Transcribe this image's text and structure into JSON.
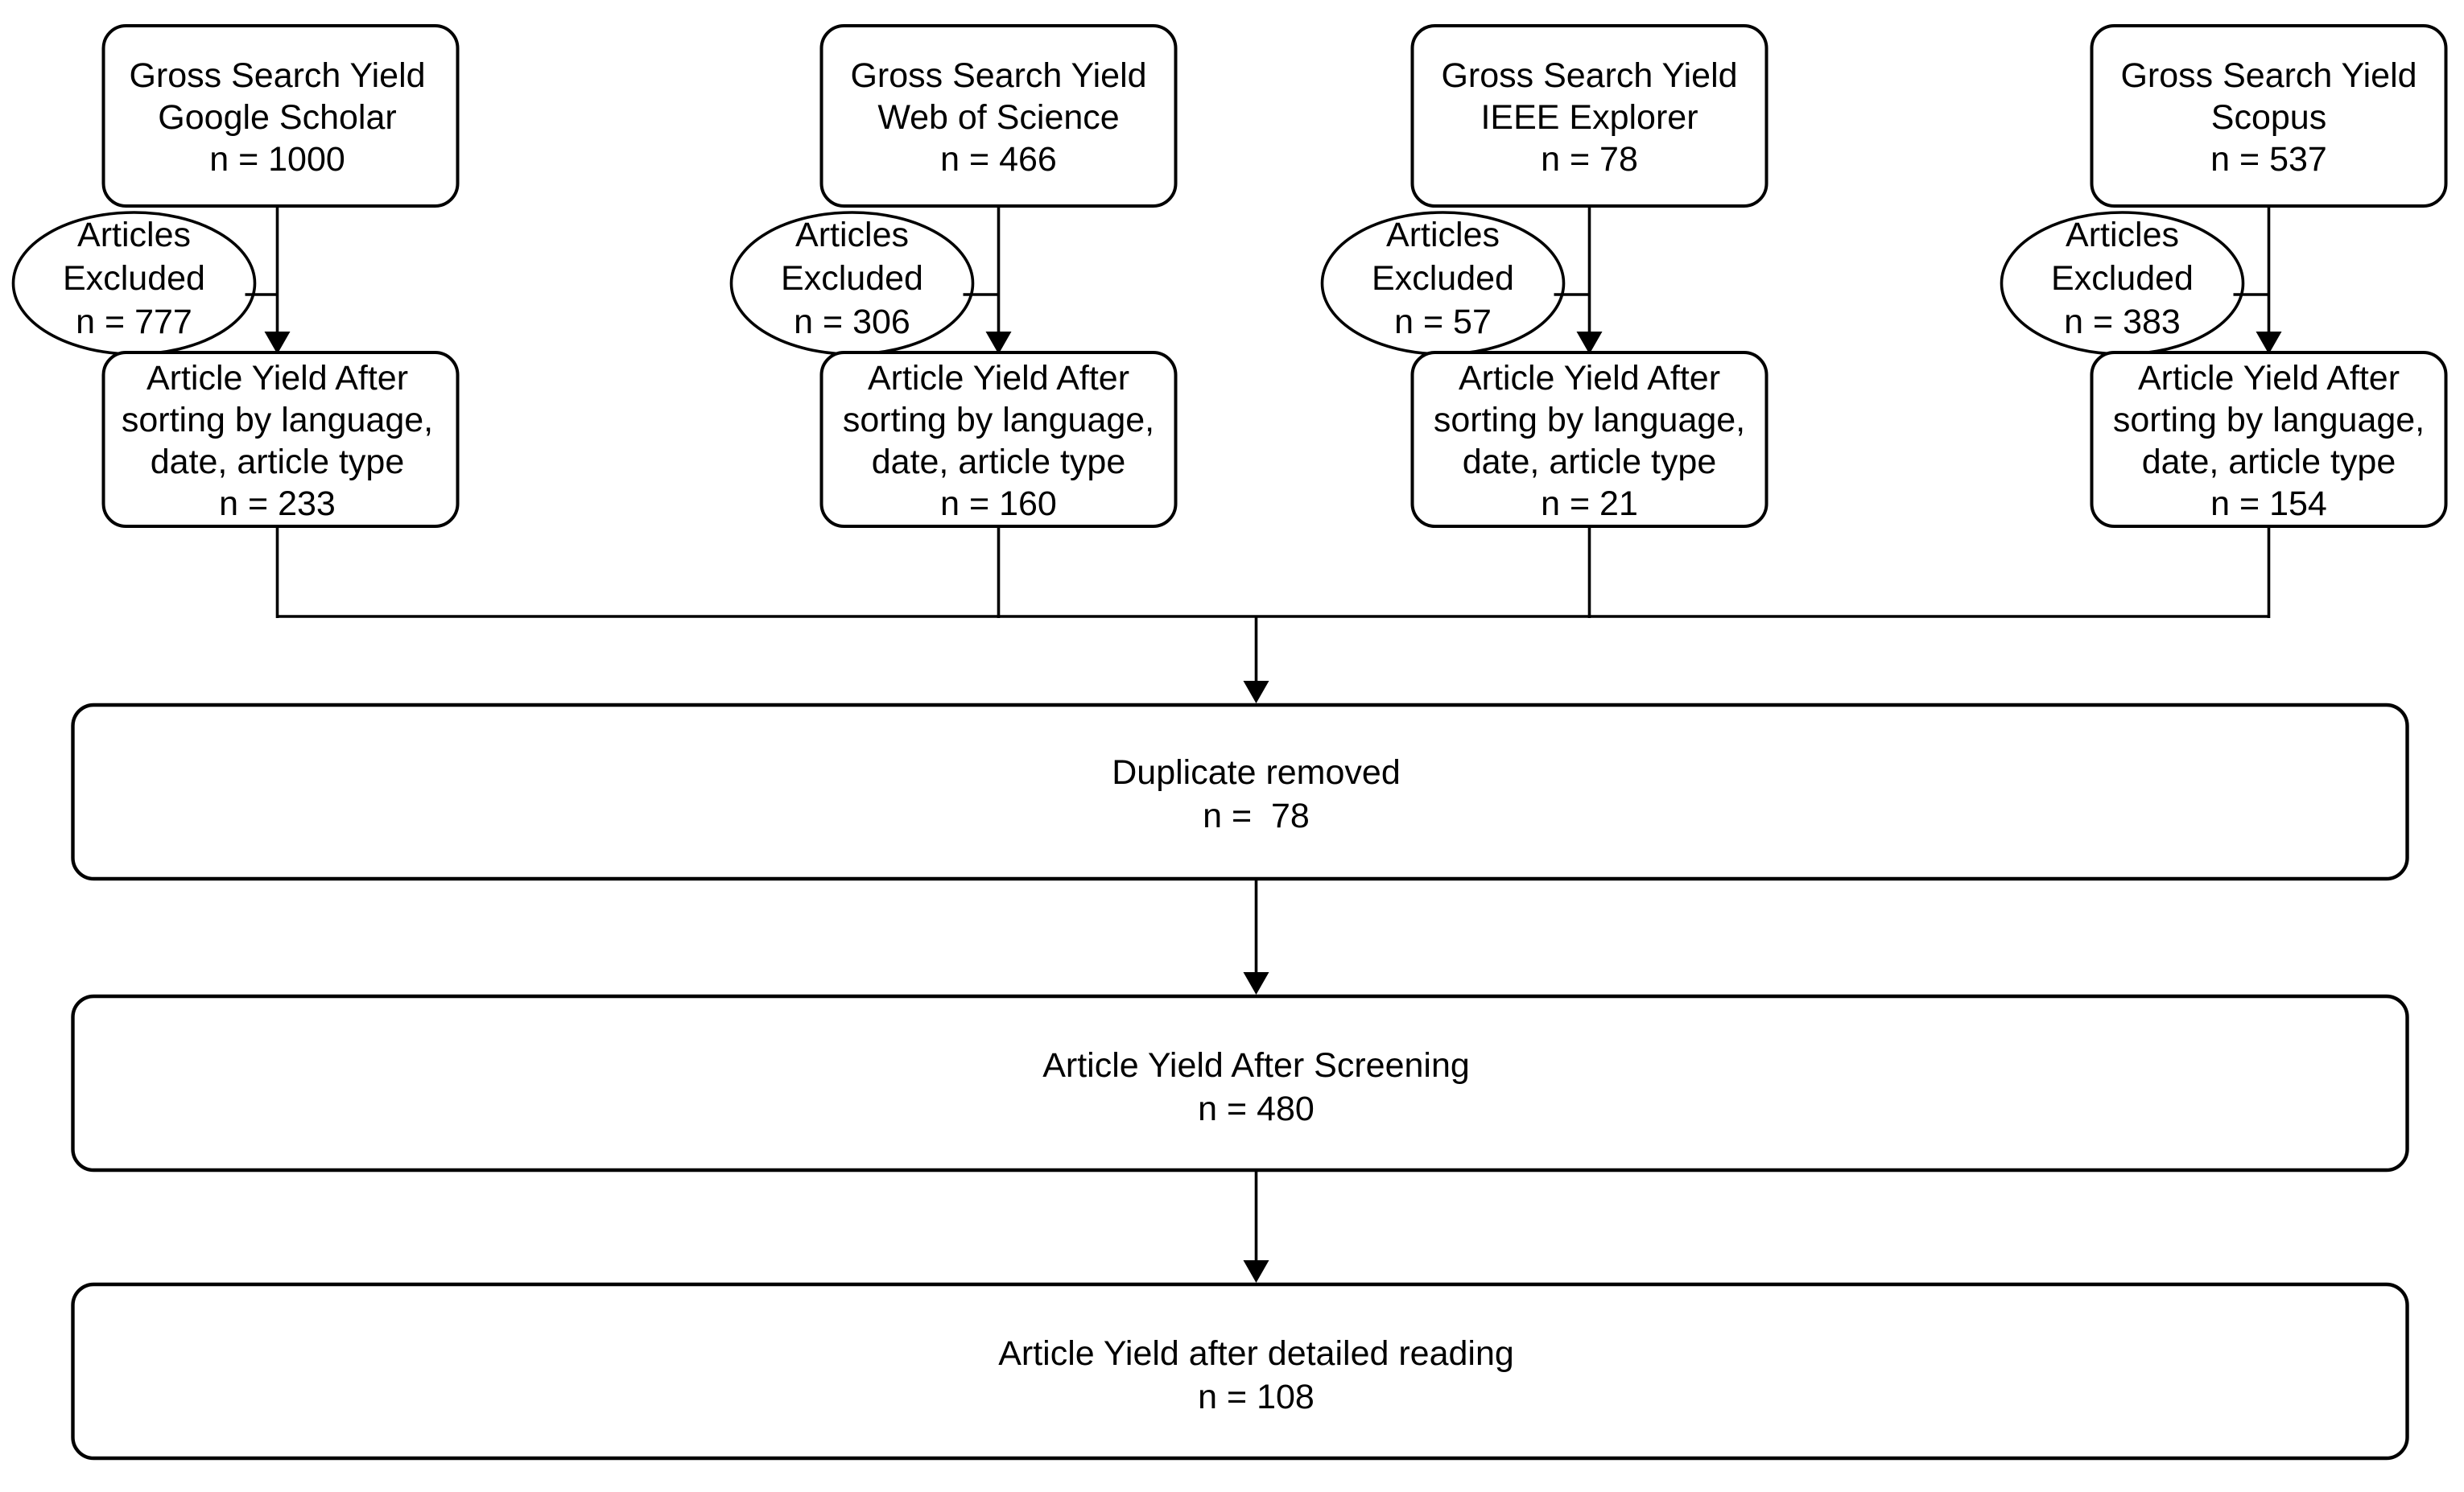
{
  "diagram": {
    "background_color": "#ffffff",
    "line_color": "#000000",
    "text_color": "#000000",
    "columns": [
      {
        "source": "Google Scholar",
        "gross": {
          "l1": "Gross Search Yield",
          "l2": "Google Scholar",
          "n": "n = 1000"
        },
        "excluded": {
          "l1": "Articles",
          "l2": "Excluded",
          "n": "n = 777"
        },
        "sorted": {
          "l1": "Article Yield After",
          "l2": "sorting by language,",
          "l3": "date, article type",
          "n": "n = 233"
        }
      },
      {
        "source": "Web of Science",
        "gross": {
          "l1": "Gross Search Yield",
          "l2": "Web of Science",
          "n": "n = 466"
        },
        "excluded": {
          "l1": "Articles",
          "l2": "Excluded",
          "n": "n = 306"
        },
        "sorted": {
          "l1": "Article Yield After",
          "l2": "sorting by language,",
          "l3": "date, article type",
          "n": "n = 160"
        }
      },
      {
        "source": "IEEE Explorer",
        "gross": {
          "l1": "Gross Search Yield",
          "l2": "IEEE Explorer",
          "n": "n = 78"
        },
        "excluded": {
          "l1": "Articles",
          "l2": "Excluded",
          "n": "n = 57"
        },
        "sorted": {
          "l1": "Article Yield After",
          "l2": "sorting by language,",
          "l3": "date, article type",
          "n": "n = 21"
        }
      },
      {
        "source": "Scopus",
        "gross": {
          "l1": "Gross Search Yield",
          "l2": "Scopus",
          "n": "n = 537"
        },
        "excluded": {
          "l1": "Articles",
          "l2": "Excluded",
          "n": "n = 383"
        },
        "sorted": {
          "l1": "Article Yield After",
          "l2": "sorting by language,",
          "l3": "date, article type",
          "n": "n = 154"
        }
      }
    ],
    "merge": {
      "duplicate_removed": {
        "l1": "Duplicate removed",
        "n": "n =  78"
      },
      "after_screening": {
        "l1": "Article Yield After Screening",
        "n": "n = 480"
      },
      "detailed_reading": {
        "l1": "Article Yield after detailed reading",
        "n": "n = 108"
      }
    }
  }
}
